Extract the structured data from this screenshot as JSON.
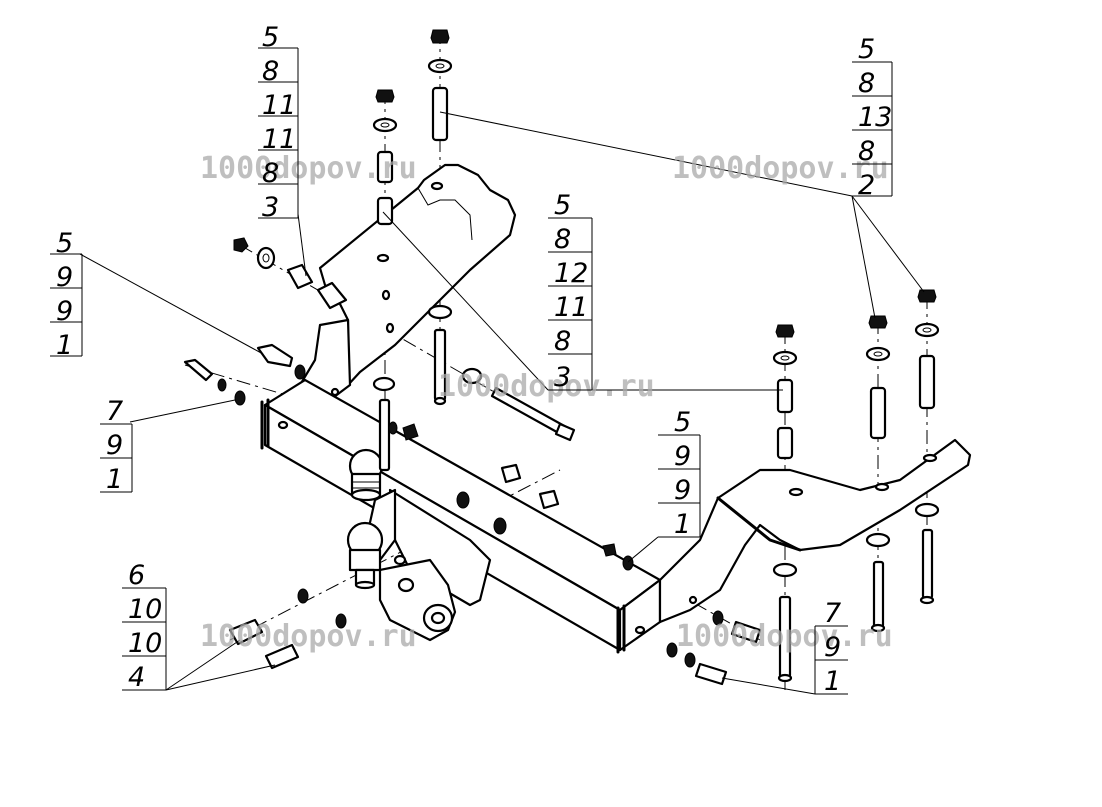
{
  "watermark_text": "1000dopov.ru",
  "callout_stacks": [
    {
      "id": "stack-top-left",
      "items": [
        "5",
        "8",
        "11",
        "11",
        "8",
        "3"
      ]
    },
    {
      "id": "stack-left",
      "items": [
        "5",
        "9",
        "9",
        "1"
      ]
    },
    {
      "id": "stack-mid-left",
      "items": [
        "7",
        "9",
        "1"
      ]
    },
    {
      "id": "stack-bottom-left",
      "items": [
        "6",
        "10",
        "10",
        "4"
      ]
    },
    {
      "id": "stack-center",
      "items": [
        "5",
        "8",
        "12",
        "11",
        "8",
        "3"
      ]
    },
    {
      "id": "stack-center-low",
      "items": [
        "5",
        "9",
        "9",
        "1"
      ]
    },
    {
      "id": "stack-top-right",
      "items": [
        "5",
        "8",
        "13",
        "8",
        "2"
      ]
    },
    {
      "id": "stack-bottom-right",
      "items": [
        "7",
        "9",
        "1"
      ]
    }
  ],
  "colors": {
    "line": "#000000",
    "background": "#ffffff",
    "watermark": "#a9a9a9"
  }
}
